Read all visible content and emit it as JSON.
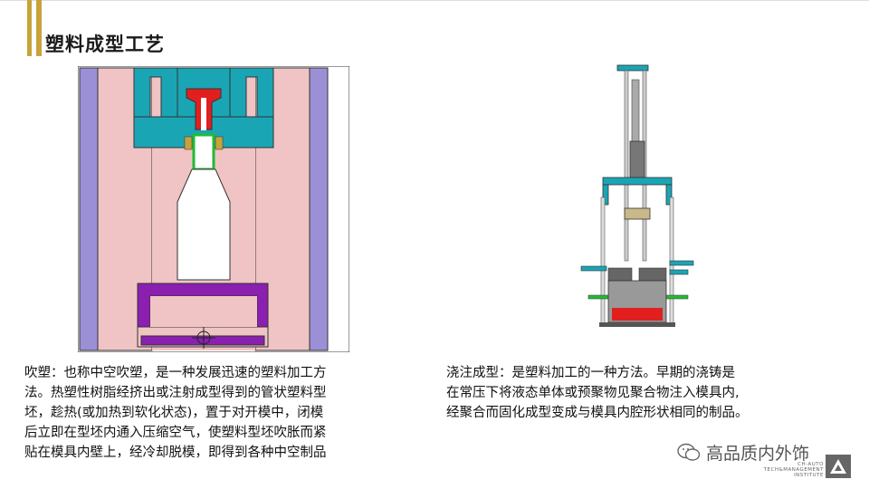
{
  "header": {
    "title": "塑料成型工艺"
  },
  "blow_molding": {
    "lines": [
      "吹塑：也称中空吹塑，是一种发展迅速的塑料加工方",
      "法。热塑性树脂经挤出或注射成型得到的管状塑料型",
      "坯，趁热(或加热到软化状态)，置于对开模中，闭模",
      "后立即在型坯内通入压缩空气，使塑料型坯吹胀而紧",
      "贴在模具内壁上，经冷却脱模，即得到各种中空制品"
    ]
  },
  "casting": {
    "lines": [
      "浇注成型：是塑料加工的一种方法。早期的浇铸是",
      "在常压下将液态单体或预聚物见聚合物注入模具内,",
      "经聚合而固化成型变成与模具内腔形状相同的制品。"
    ]
  },
  "watermark": {
    "text": "高品质内外饰",
    "logo_lines": [
      "CH-AUTO",
      "TECH&MANAGEMENT",
      "INSTITUTE"
    ],
    "icon": "wechat-icon"
  },
  "colors": {
    "accent": "#c8a23a",
    "mold_pink": "#f0c4c4",
    "mold_purple": "#9b8fd6",
    "mold_teal": "#1aa5b5",
    "nozzle_red": "#e11f1f",
    "parison_green": "#22bb33",
    "bottom_purple": "#8a1fb0"
  }
}
